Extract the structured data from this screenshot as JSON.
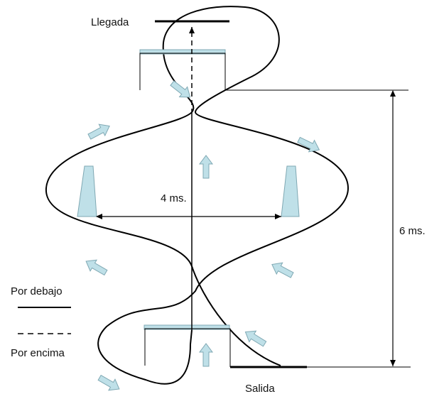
{
  "labels": {
    "arrival": "Llegada",
    "departure": "Salida",
    "width": "4 ms.",
    "height": "6 ms.",
    "legend_under": "Por debajo",
    "legend_over": "Por encima"
  },
  "colors": {
    "stroke": "#000000",
    "fill_light": "#bfe0e8",
    "fill_stroke": "#7fa8b3"
  }
}
